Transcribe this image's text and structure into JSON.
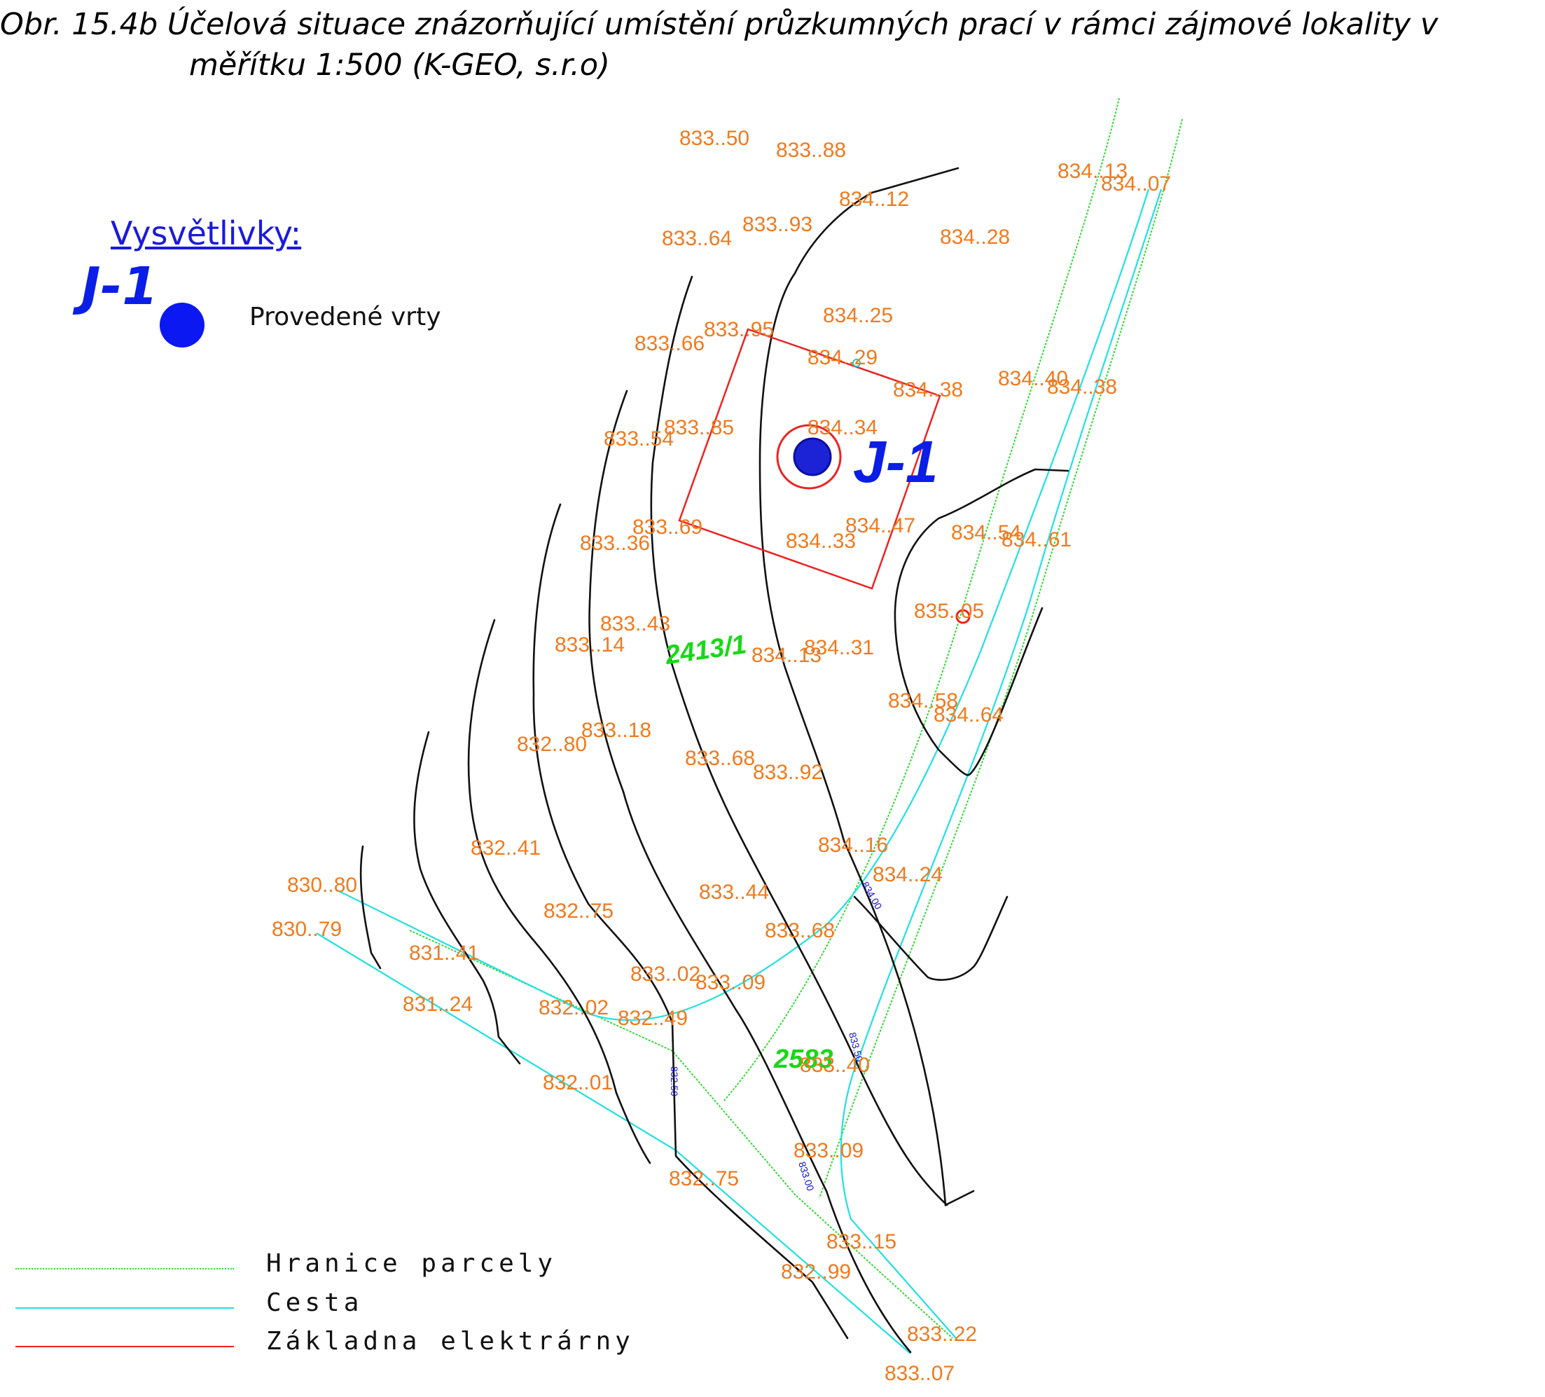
{
  "caption": {
    "line1": "Obr. 15.4b Účelová situace znázorňující umístění průzkumných prací v rámci zájmové lokality v",
    "line2": "měřítku 1:500 (K-GEO, s.r.o)"
  },
  "legend_top": {
    "title": "Vysvětlivky:",
    "code": "J-1",
    "label": "Provedené vrty",
    "dot_color": "#0b18f2"
  },
  "legend_bottom": [
    {
      "label": "Hranice parcely",
      "color": "#33d933"
    },
    {
      "label": "Cesta",
      "color": "#22e0e0"
    },
    {
      "label": "Základna elektrárny",
      "color": "#ee2222"
    }
  ],
  "map": {
    "borehole_label": "J-1",
    "parcels": [
      "2413/1",
      "2583"
    ],
    "contour_labels": [
      "834.00",
      "833.50",
      "832.50",
      "833.00"
    ],
    "elevations": [
      "833..50",
      "833..88",
      "834..12",
      "834..13",
      "834..07",
      "833..64",
      "833..93",
      "834..28",
      "834..25",
      "833..95",
      "833..66",
      "834..29",
      "834..38",
      "834..40",
      "834..38",
      "833..54",
      "833..85",
      "834..34",
      "833..69",
      "833..36",
      "834..47",
      "834..33",
      "834..54",
      "834..61",
      "835..05",
      "833..43",
      "833..14",
      "834..13",
      "834..31",
      "834..58",
      "834..64",
      "832..80",
      "833..18",
      "833..68",
      "833..92",
      "832..41",
      "834..16",
      "834..24",
      "830..80",
      "833..44",
      "830..79",
      "832..75",
      "833..68",
      "831..41",
      "833..02",
      "833..09",
      "831..24",
      "832..02",
      "832..49",
      "833..40",
      "832..01",
      "833..09",
      "832..75",
      "833..15",
      "832..99",
      "833..22",
      "833..07"
    ]
  }
}
